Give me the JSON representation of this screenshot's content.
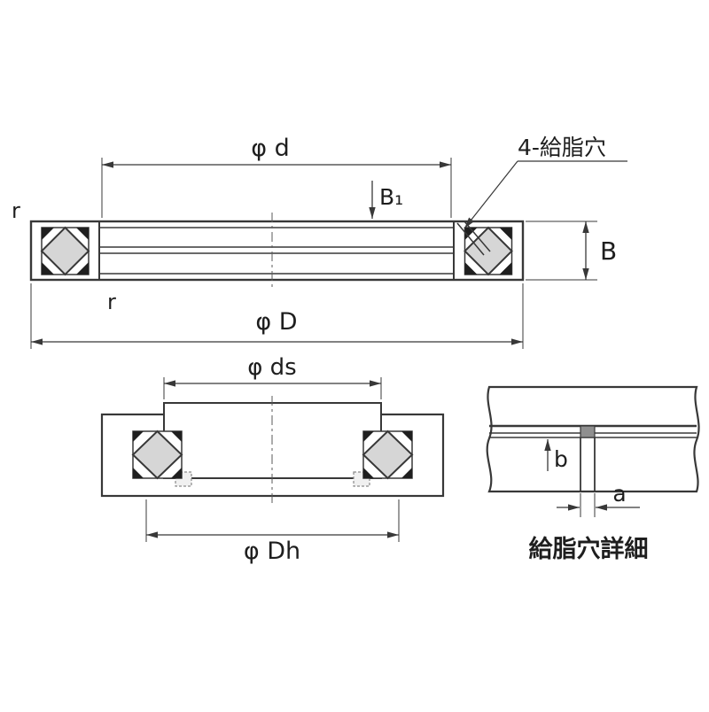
{
  "drawing": {
    "top_view": {
      "dim_phi_d": "φ d",
      "dim_B1": "B₁",
      "dim_B": "B",
      "dim_phi_D": "φ D",
      "r_outer": "r",
      "r_inner": "r",
      "grease_hole_note": "4-給脂穴"
    },
    "bottom_view": {
      "dim_phi_ds": "φ ds",
      "dim_phi_Dh": "φ Dh"
    },
    "detail_view": {
      "dim_b": "b",
      "dim_a": "a",
      "caption": "給脂穴詳細"
    },
    "colors": {
      "line": "#383838",
      "roller_fill": "#d6d6d6",
      "seal_fill": "#1f1f1f",
      "hole_fill": "#8f8f8f",
      "background": "#ffffff"
    }
  }
}
